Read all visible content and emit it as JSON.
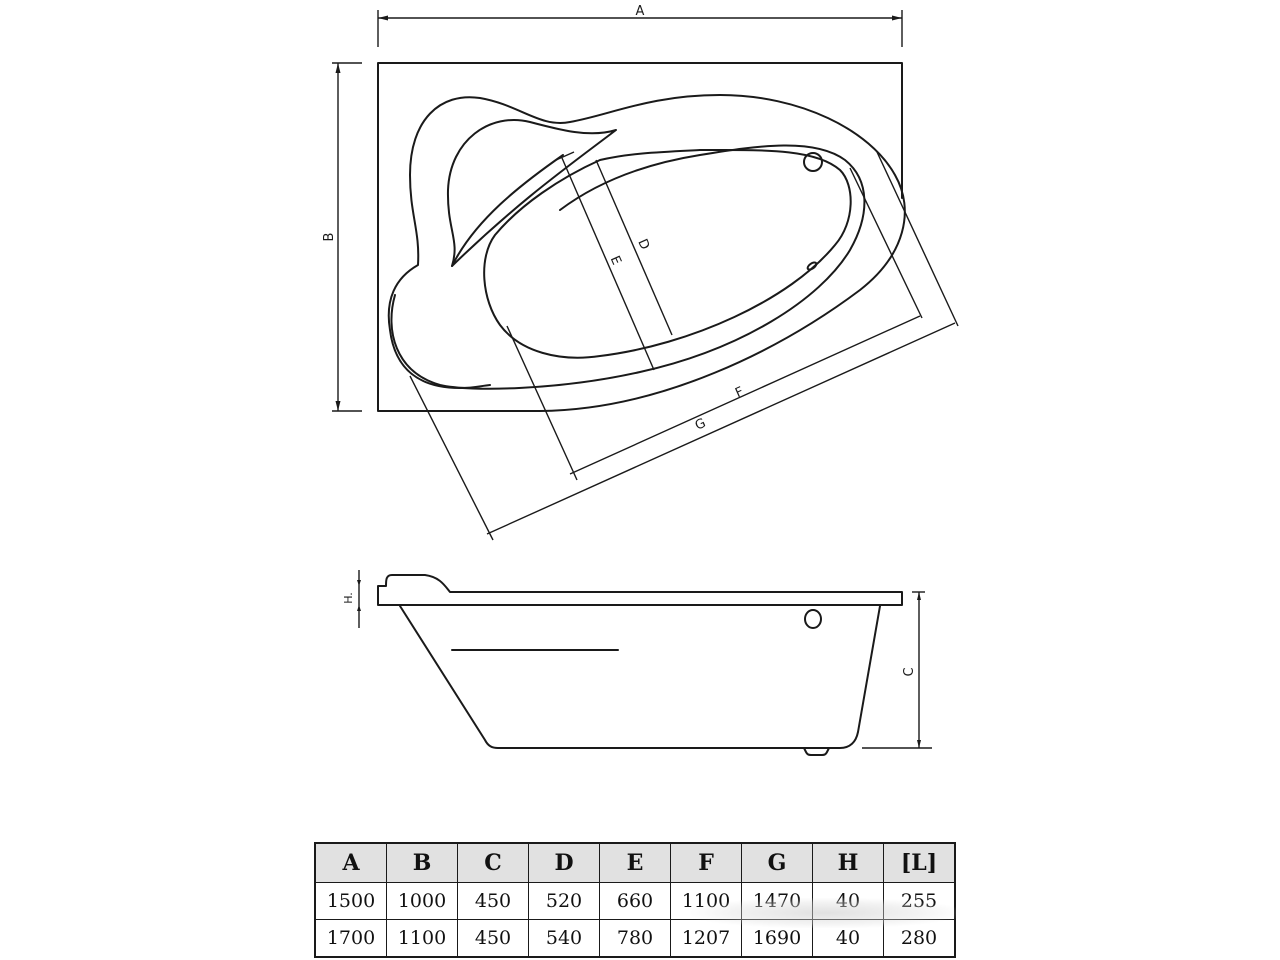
{
  "drawing": {
    "top_view": {
      "labels": {
        "A": "A",
        "B": "B",
        "D": "D",
        "E": "E",
        "F": "F",
        "G": "G"
      }
    },
    "side_view": {
      "labels": {
        "C": "C",
        "H": "H."
      }
    }
  },
  "table": {
    "headers": [
      "A",
      "B",
      "C",
      "D",
      "E",
      "F",
      "G",
      "H",
      "[L]"
    ],
    "rows": [
      [
        "1500",
        "1000",
        "450",
        "520",
        "660",
        "1100",
        "1470",
        "40",
        "255"
      ],
      [
        "1700",
        "1100",
        "450",
        "540",
        "780",
        "1207",
        "1690",
        "40",
        "280"
      ]
    ]
  },
  "colors": {
    "line": "#1a1a1a",
    "header_bg": "#e1e1e1",
    "background": "#ffffff"
  }
}
